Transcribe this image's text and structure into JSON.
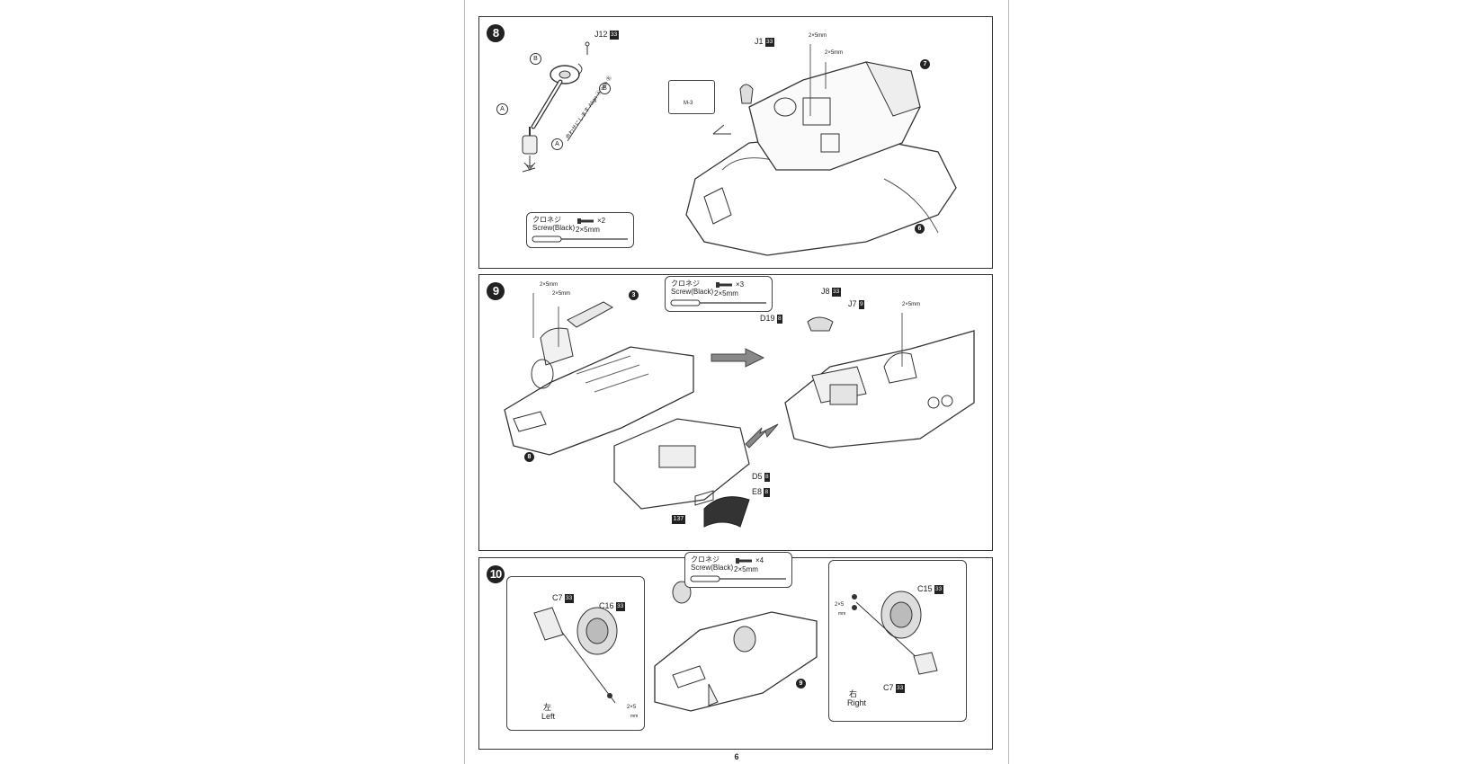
{
  "page_number": "6",
  "screw": {
    "title_jp": "クロネジ",
    "title_en": "Screw(Black)",
    "size": "2×5mm"
  },
  "step8": {
    "number": "8",
    "labels": {
      "j12": "J12",
      "j1": "J1",
      "paint": "33",
      "cap_a": "A",
      "cap_b": "B",
      "align_jp": "合わせにします",
      "align_en": "Align Ⓐ with Ⓑ",
      "m3": "M-3",
      "screw_small": "2×5mm",
      "part7": "7",
      "part6": "6"
    },
    "screw_qty": "×2"
  },
  "step9": {
    "number": "9",
    "labels": {
      "screw_small": "2×5mm",
      "part3": "3",
      "part8": "8",
      "j8": "J8",
      "j7": "J7",
      "d19": "D19",
      "d5": "D5",
      "e8": "E8",
      "paint33": "33",
      "paint9": "9",
      "paint8": "8",
      "paint137": "137"
    },
    "screw_qty": "×3"
  },
  "step10": {
    "number": "10",
    "labels": {
      "c7": "C7",
      "c16": "C16",
      "c15": "C15",
      "paint": "33",
      "left_jp": "左",
      "left_en": "Left",
      "right_jp": "右",
      "right_en": "Right",
      "screw_small": "2×5",
      "mm": "mm",
      "part9": "9"
    },
    "screw_qty": "×4"
  }
}
